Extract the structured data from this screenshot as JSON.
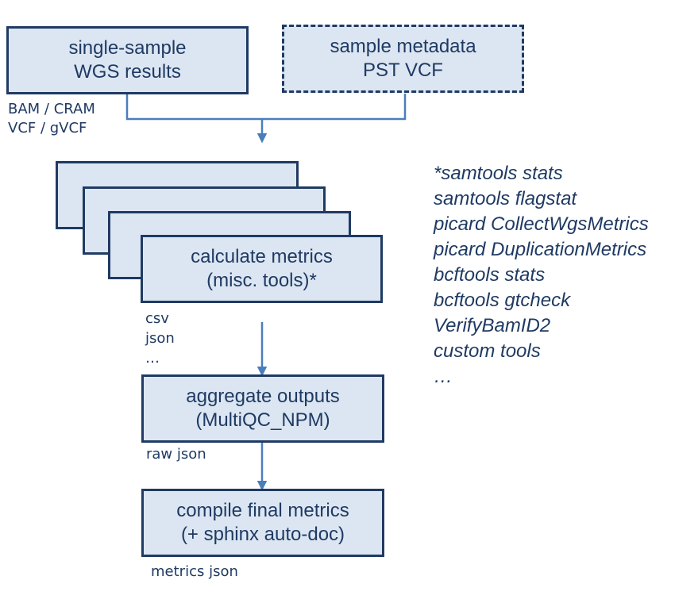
{
  "inputs": {
    "wgs_results": [
      "single-sample",
      "WGS results"
    ],
    "metadata": [
      "sample metadata",
      "PST VCF"
    ],
    "input_formats": [
      "BAM / CRAM",
      "VCF / gVCF"
    ]
  },
  "steps": {
    "calculate": [
      "calculate metrics",
      "(misc. tools)*"
    ],
    "calculate_outputs": [
      "csv",
      "json",
      "…"
    ],
    "aggregate": [
      "aggregate outputs",
      "(MultiQC_NPM)"
    ],
    "aggregate_output": "raw json",
    "compile": [
      "compile final metrics",
      "(+ sphinx auto-doc)"
    ],
    "compile_output": "metrics json"
  },
  "tools": [
    "*samtools stats",
    "samtools flagstat",
    "picard CollectWgsMetrics",
    "picard DuplicationMetrics",
    "bcftools stats",
    "bcftools gtcheck",
    "VerifyBamID2",
    "custom tools",
    "…"
  ],
  "colors": {
    "box_fill": "#dce6f2",
    "box_border": "#1f3a63",
    "text": "#1f3a63",
    "arrow": "#4a7ebb"
  }
}
